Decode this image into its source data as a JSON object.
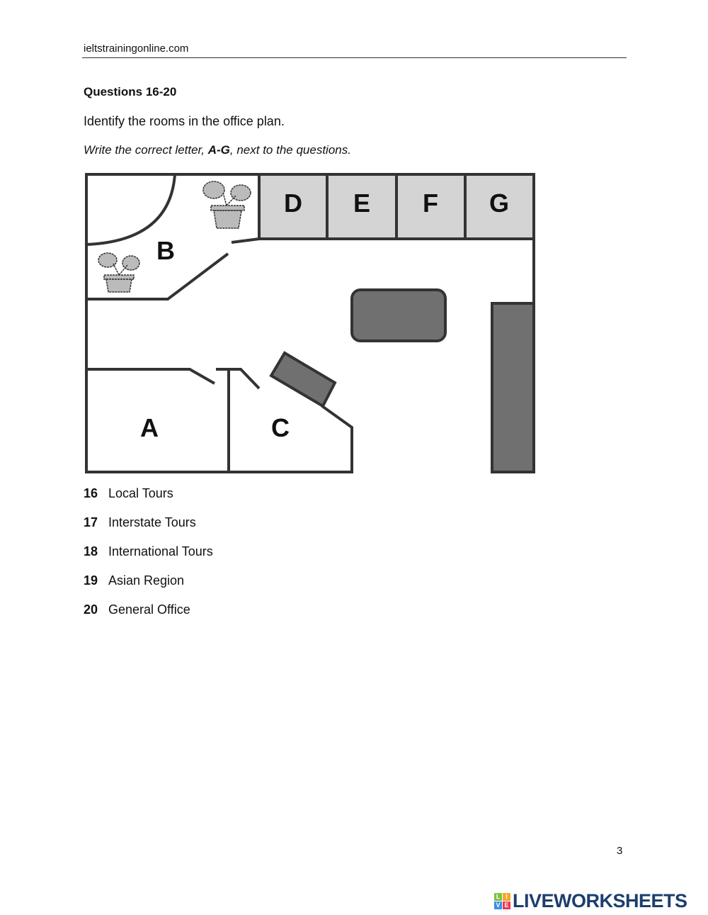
{
  "header": {
    "site": "ieltstrainingonline.com"
  },
  "section": {
    "title": "Questions 16-20",
    "instruction": "Identify the rooms in the office plan.",
    "task_prefix": "Write the correct letter, ",
    "task_bold": "A-G",
    "task_suffix": ", next to the questions."
  },
  "plan": {
    "rooms": [
      "A",
      "B",
      "C",
      "D",
      "E",
      "F",
      "G"
    ],
    "colors": {
      "wall": "#333333",
      "room_fill": "#d4d4d4",
      "furniture": "#707070"
    }
  },
  "questions": [
    {
      "num": "16",
      "text": "Local Tours"
    },
    {
      "num": "17",
      "text": "Interstate Tours"
    },
    {
      "num": "18",
      "text": "International Tours"
    },
    {
      "num": "19",
      "text": "Asian Region"
    },
    {
      "num": "20",
      "text": "General Office"
    }
  ],
  "footer": {
    "page": "3",
    "logo": "LIVEWORKSHEETS",
    "logo_tiles": [
      "L",
      "I",
      "V",
      "E"
    ]
  }
}
